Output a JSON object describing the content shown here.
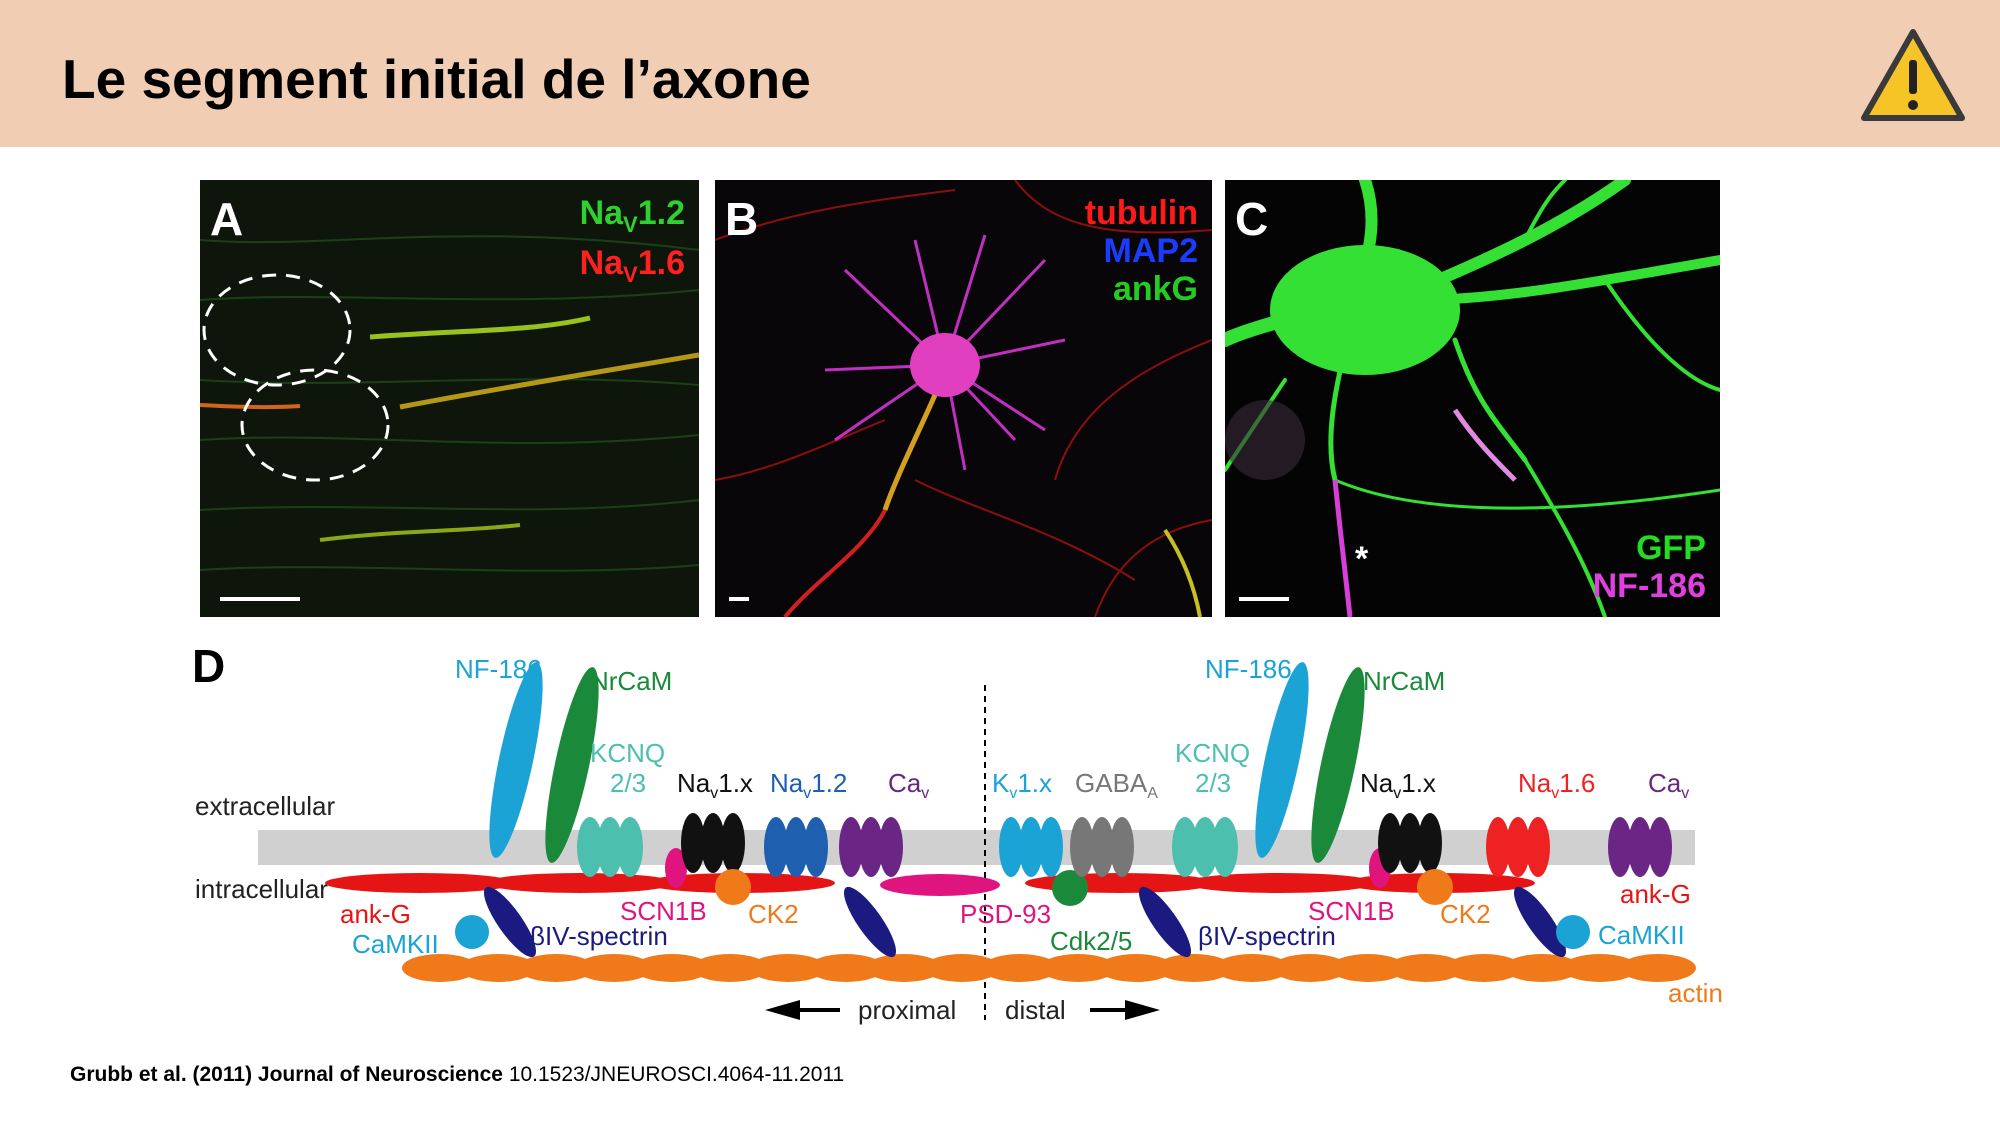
{
  "slide": {
    "title": "Le segment initial de l’axone",
    "warning_icon": "warning-triangle-icon"
  },
  "panels": [
    {
      "letter": "A",
      "labels": [
        {
          "text": "Na",
          "sub": "V",
          "tail": "1.2",
          "color": "#2fd02f"
        },
        {
          "text": "Na",
          "sub": "V",
          "tail": "1.6",
          "color": "#ff2020"
        }
      ]
    },
    {
      "letter": "B",
      "labels": [
        {
          "text": "tubulin",
          "color": "#ff1a1a"
        },
        {
          "text": "MAP2",
          "color": "#1a3cff"
        },
        {
          "text": "ankG",
          "color": "#22cc22"
        }
      ]
    },
    {
      "letter": "C",
      "labels": [
        {
          "text": "GFP",
          "color": "#22dd22"
        },
        {
          "text": "NF-186",
          "color": "#e040e0"
        }
      ],
      "marker": "*"
    }
  ],
  "diagram": {
    "letter": "D",
    "extracellular": "extracellular",
    "intracellular": "intracellular",
    "proximal": "proximal",
    "distal": "distal",
    "left": {
      "nf186": "NF-186",
      "nrcam": "NrCaM",
      "kcnq_top": "KCNQ",
      "kcnq_bottom": "2/3",
      "nav1x": "Na",
      "nav1x_sub": "v",
      "nav1x_tail": "1.x",
      "nav12": "Na",
      "nav12_sub": "v",
      "nav12_tail": "1.2",
      "cav": "Ca",
      "cav_sub": "v",
      "ankg": "ank-G",
      "camkii": "CaMKII",
      "bivspectrin": "βIV-spectrin",
      "scn1b": "SCN1B",
      "ck2": "CK2"
    },
    "middle": {
      "kv1x": "K",
      "kv1x_sub": "v",
      "kv1x_tail": "1.x",
      "gaba": "GABA",
      "gaba_sub": "A",
      "psd93": "PSD-93",
      "cdk": "Cdk2/5"
    },
    "right": {
      "nf186": "NF-186",
      "nrcam": "NrCaM",
      "kcnq_top": "KCNQ",
      "kcnq_bottom": "2/3",
      "nav1x": "Na",
      "nav1x_sub": "v",
      "nav1x_tail": "1.x",
      "nav16": "Na",
      "nav16_sub": "v",
      "nav16_tail": "1.6",
      "cav": "Ca",
      "cav_sub": "v",
      "ankg": "ank-G",
      "camkii": "CaMKII",
      "bivspectrin": "βIV-spectrin",
      "scn1b": "SCN1B",
      "ck2": "CK2",
      "actin": "actin"
    },
    "colors": {
      "nf186": "#1aa3d4",
      "nrcam": "#1a8a3a",
      "kcnq": "#4cbfae",
      "nav_black": "#111111",
      "nav12": "#1f5fb0",
      "nav16": "#ee2222",
      "cav": "#6a2585",
      "kv": "#1aa3d4",
      "gaba": "#777777",
      "ankg": "#e51515",
      "camkii": "#1aa3d4",
      "spectrin": "#1a1a80",
      "scn1b": "#e0147e",
      "ck2": "#f07a1a",
      "psd93": "#e0147e",
      "cdk": "#1a8a3a",
      "actin": "#f07a1a"
    }
  },
  "citation": {
    "authors": "Grubb et al. (2011) Journal of Neuroscience",
    "doi": "10.1523/JNEUROSCI.4064-11.2011"
  }
}
